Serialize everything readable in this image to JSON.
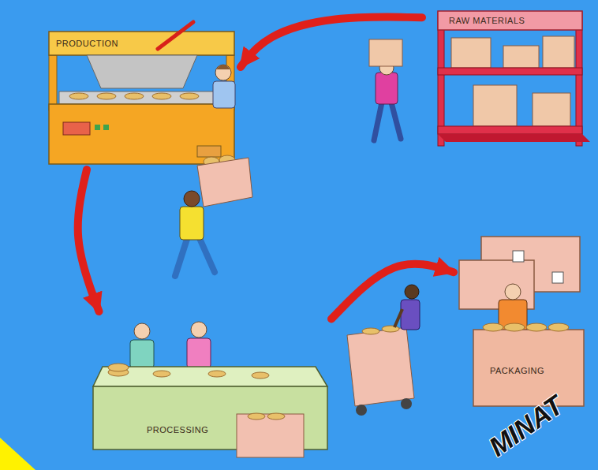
{
  "diagram": {
    "nodes": [
      {
        "text": [
          "PRODUCTION"
        ]
      },
      {
        "text": [
          "RAW MATERIALS"
        ]
      },
      {
        "text": [
          "PROCESSING"
        ]
      },
      {
        "text": [
          "PACKAGING"
        ]
      }
    ],
    "edges": [
      {
        "from": 1,
        "to": 0,
        "arrow": "to"
      },
      {
        "from": 0,
        "to": 2,
        "arrow": "to"
      },
      {
        "from": 2,
        "to": 3,
        "arrow": "to"
      }
    ],
    "labels": [
      "MINAT"
    ]
  }
}
